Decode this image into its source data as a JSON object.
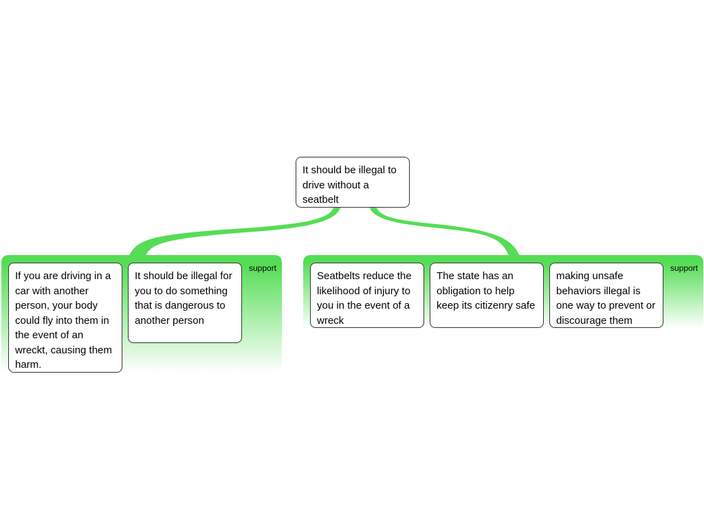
{
  "root": {
    "text": "It should be illegal to drive without a seatbelt"
  },
  "groups": [
    {
      "label": "support",
      "reasons": [
        "If you are driving in a car with another person, your body could fly into them in the event of an wreckt, causing them harm.",
        "It should be illegal for you to do something that is dangerous to another person"
      ]
    },
    {
      "label": "support",
      "reasons": [
        "Seatbelts reduce the likelihood of injury to you in the event of a wreck",
        "The state has an obligation to help keep its citizenry safe",
        "making unsafe behaviors illegal is one way to prevent or discourage them"
      ]
    }
  ],
  "colors": {
    "support_green": "#55dd55",
    "node_border": "#333333"
  }
}
